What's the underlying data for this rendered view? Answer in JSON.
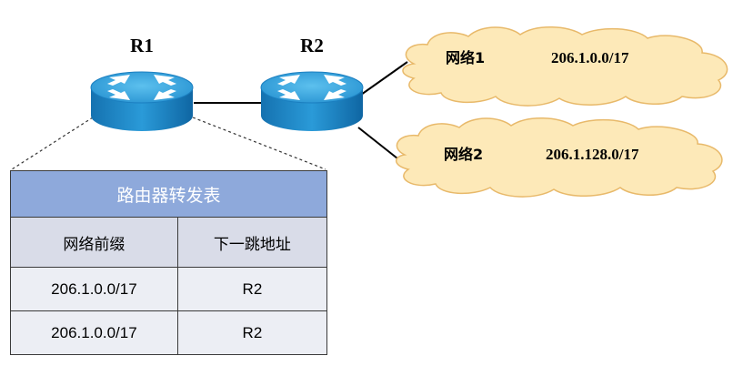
{
  "routers": {
    "r1": {
      "label": "R1"
    },
    "r2": {
      "label": "R2"
    }
  },
  "networks": [
    {
      "name": "网络1",
      "prefix": "206.1.0.0/17"
    },
    {
      "name": "网络2",
      "prefix": "206.1.128.0/17"
    }
  ],
  "table": {
    "title": "路由器转发表",
    "headers": [
      "网络前缀",
      "下一跳地址"
    ],
    "rows": [
      {
        "prefix": "206.1.0.0/17",
        "next_hop": "R2"
      },
      {
        "prefix": "206.1.0.0/17",
        "next_hop": "R2"
      }
    ]
  },
  "colors": {
    "router_body": "#1f8fd0",
    "router_top": "#4bb3e6",
    "router_dark": "#0e5f96",
    "cloud_fill": "#fde9b8",
    "cloud_stroke": "#e8b96a",
    "table_title_bg": "#8ea9db",
    "table_header_bg": "#d9dce8",
    "table_row_bg": "#eceef4"
  }
}
